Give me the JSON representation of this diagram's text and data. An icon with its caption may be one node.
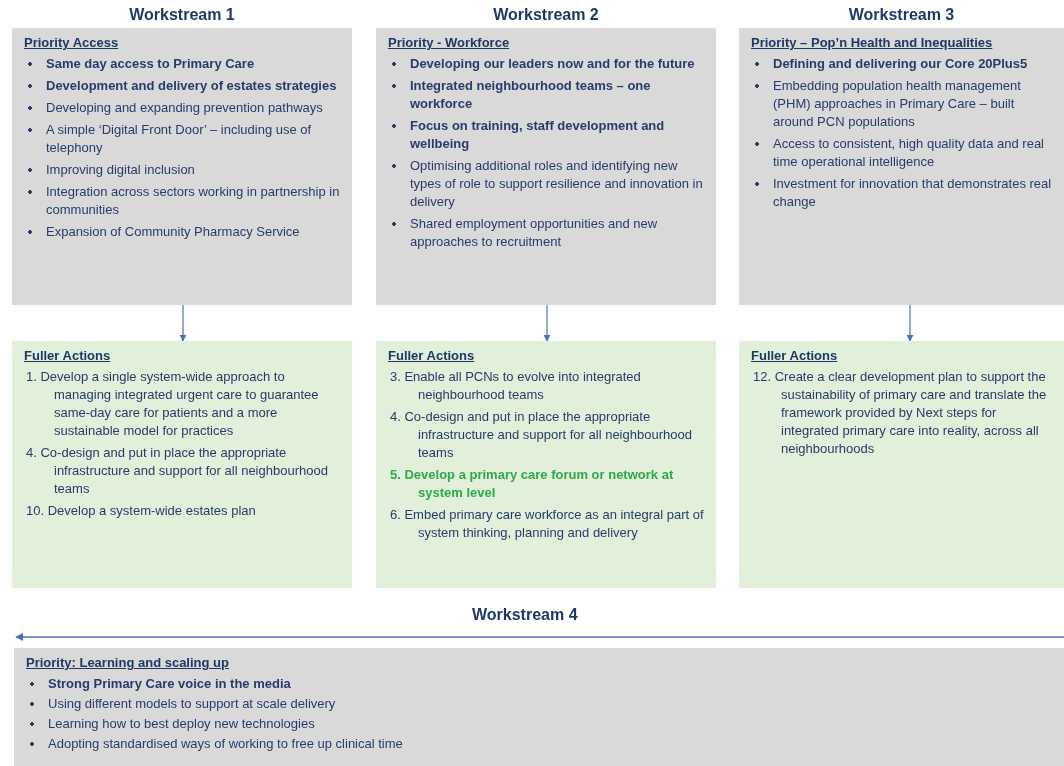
{
  "diagram": {
    "nodes": [
      {
        "text": [
          "Workstream 1",
          "Priority Access",
          "Same day access  to Primary Care",
          "Development and delivery of estates strategies",
          "Developing and expanding prevention pathways",
          "A simple ‘Digital Front Door’ – including use of telephony",
          "Improving digital inclusion",
          "Integration across sectors working in partnership in communities",
          "Expansion of Community  Pharmacy Service"
        ]
      },
      {
        "text": [
          "Fuller Actions",
          "1. Develop a single system-wide approach to managing integrated urgent care to guarantee same-day care for patients and a more sustainable model for practices",
          "4. Co-design and put in place the appropriate infrastructure and support for all neighbourhood teams",
          "10. Develop a system-wide estates plan"
        ]
      },
      {
        "text": [
          "Workstream 2",
          "Priority - Workforce",
          "Developing our leaders now and for the future",
          "Integrated neighbourhood teams – one workforce",
          "Focus on training, staff development and wellbeing",
          "Optimising additional roles and identifying new types of role to support resilience and innovation in delivery",
          "Shared employment  opportunities and new approaches to recruitment"
        ]
      },
      {
        "text": [
          "Fuller Actions",
          "3. Enable all PCNs to evolve into integrated neighbourhood teams",
          "4. Co-design and put in place the appropriate infrastructure and support for all neighbourhood teams",
          "5. Develop a primary care forum or network at system level",
          "6. Embed  primary care workforce as an integral part of system thinking, planning and delivery"
        ]
      },
      {
        "text": [
          "Workstream 3",
          "Priority – Pop’n Health and Inequalities",
          "Defining and delivering our Core 20Plus5",
          "Embedding population health management (PHM) approaches in Primary Care – built around PCN populations",
          "Access to consistent, high quality data and real time operational intelligence",
          "Investment for innovation that demonstrates real change"
        ]
      },
      {
        "text": [
          "Fuller Actions",
          "12. Create a clear development  plan to support the sustainability of primary care and translate the framework provided by Next steps for integrated primary care into reality, across all neighbourhoods"
        ]
      },
      {
        "text": [
          "Workstream 4",
          "Priority: Learning and scaling  up",
          "Strong Primary Care voice in the media",
          "Using different models to support at scale delivery",
          "Learning how to best deploy new technologies",
          "Adopting standardised ways of working to free up clinical time"
        ]
      }
    ],
    "edges": [
      {
        "from": 0,
        "to": 1,
        "arrow": "to"
      },
      {
        "from": 2,
        "to": 3,
        "arrow": "to"
      },
      {
        "from": 4,
        "to": 5,
        "arrow": "to"
      }
    ]
  }
}
